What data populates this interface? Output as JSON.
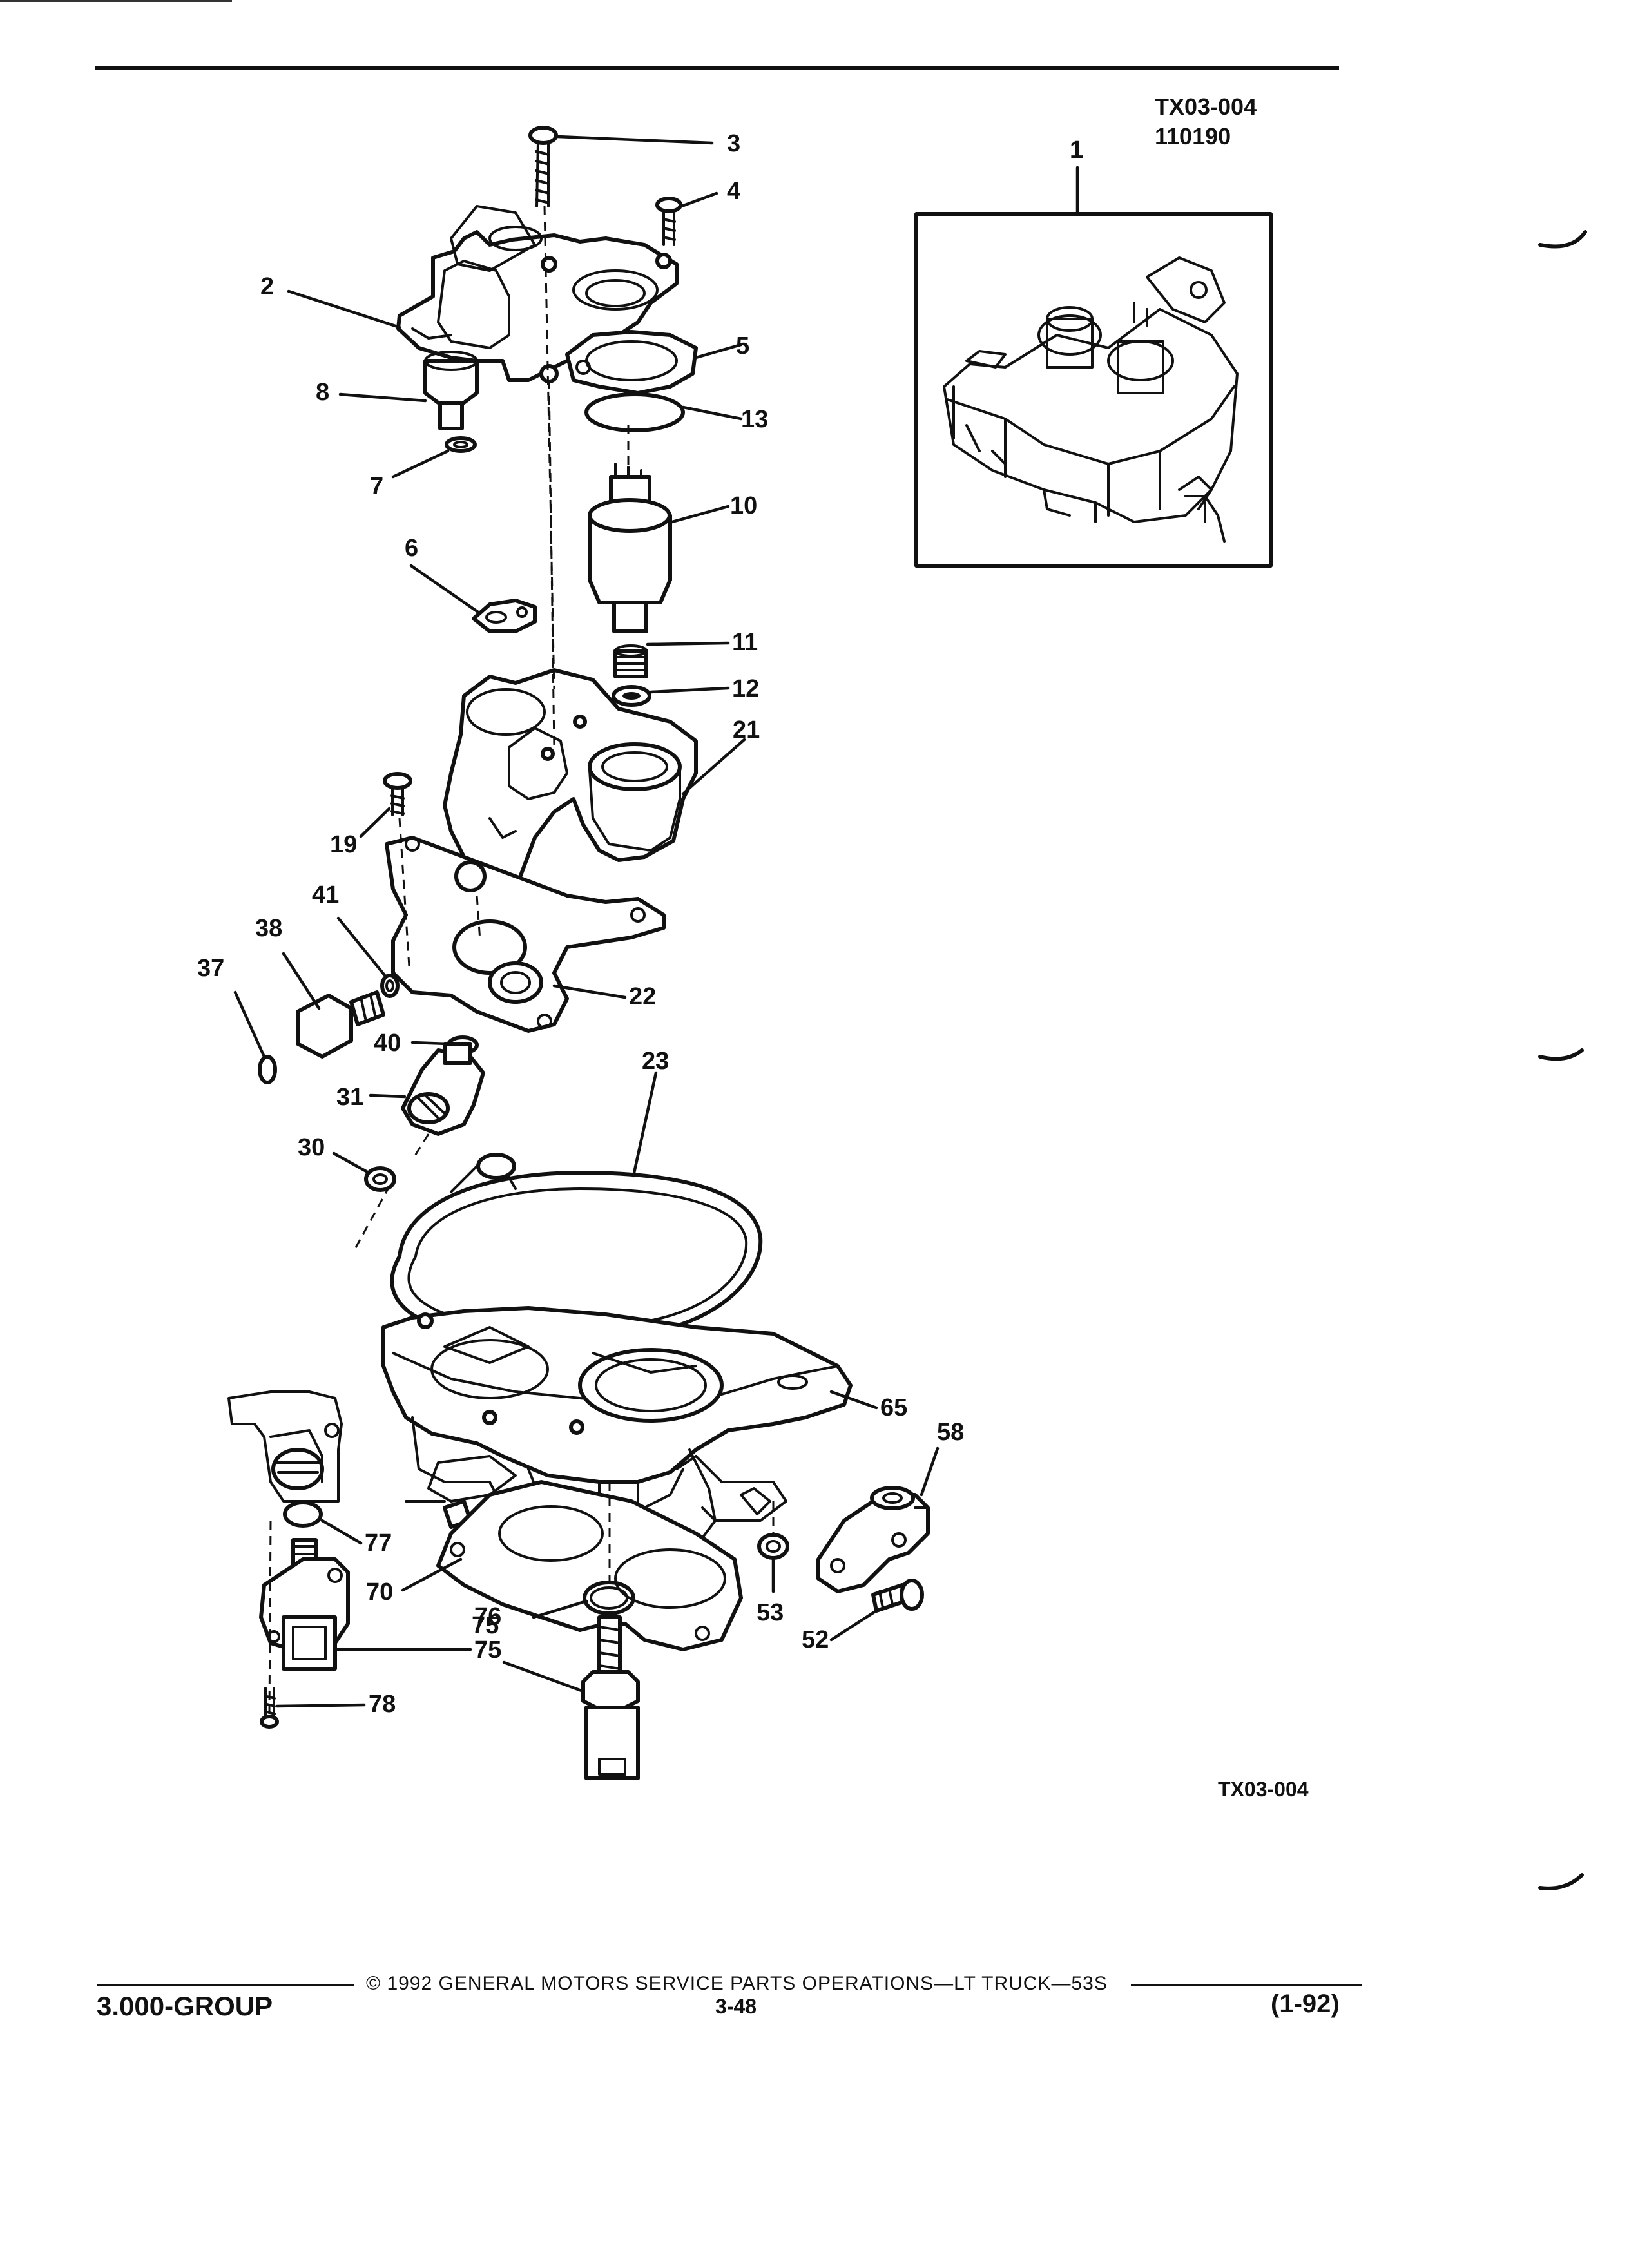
{
  "header": {
    "illustration_code": "TX03-004",
    "date_code": "110190"
  },
  "footer": {
    "illustration_code": "TX03-004",
    "copyright_line": "©  1992  GENERAL MOTORS SERVICE PARTS OPERATIONS—LT TRUCK—53S",
    "group": "3.000-GROUP",
    "page_number": "3-48",
    "revision": "(1-92)"
  },
  "callouts": {
    "c1": "1",
    "c2": "2",
    "c3": "3",
    "c4": "4",
    "c5": "5",
    "c6": "6",
    "c7": "7",
    "c8": "8",
    "c10": "10",
    "c11": "11",
    "c12": "12",
    "c13": "13",
    "c19": "19",
    "c21": "21",
    "c22": "22",
    "c23": "23",
    "c30": "30",
    "c31": "31",
    "c37": "37",
    "c38": "38",
    "c40": "40",
    "c41": "41",
    "c52": "52",
    "c53": "53",
    "c58": "58",
    "c65": "65",
    "c70": "70",
    "c75a": "75",
    "c75b": "75",
    "c76": "76",
    "c77": "77",
    "c78": "78"
  }
}
